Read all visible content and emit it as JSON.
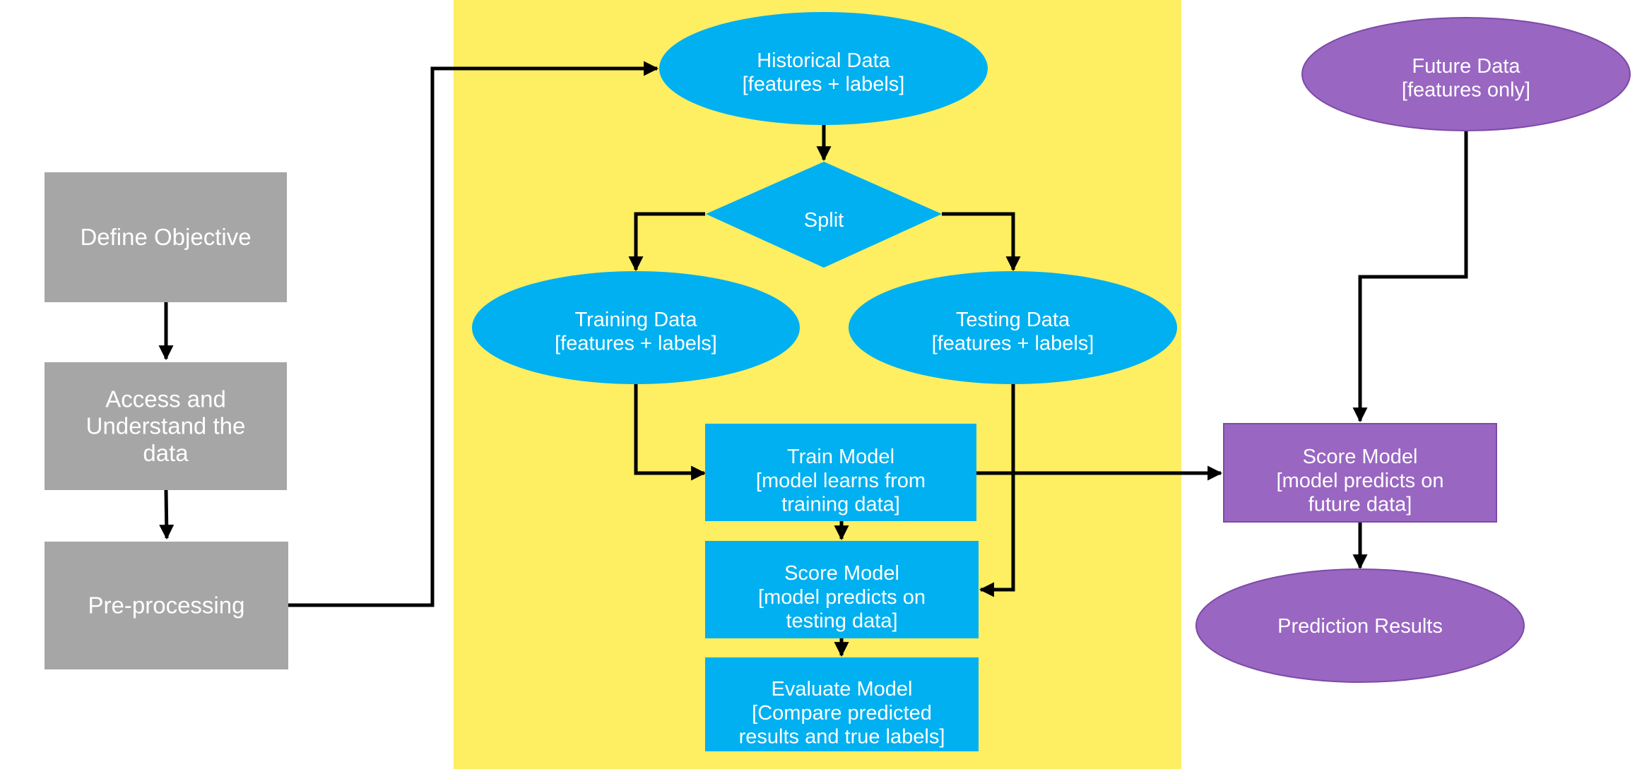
{
  "colors": {
    "gray": "#a6a6a6",
    "blue": "#00b0f0",
    "purple": "#9966c2",
    "purple_stroke": "#7d4aa8",
    "highlight": "#fdee62",
    "text": "#ffffff",
    "arrow": "#000000"
  },
  "nodes": {
    "define_objective": [
      "Define Objective"
    ],
    "access_understand": [
      "Access and",
      "Understand the",
      "data"
    ],
    "preprocessing": [
      "Pre-processing"
    ],
    "historical_data": [
      "Historical Data",
      "[features + labels]"
    ],
    "split": [
      "Split"
    ],
    "training_data": [
      "Training Data",
      "[features + labels]"
    ],
    "testing_data": [
      "Testing Data",
      "[features + labels]"
    ],
    "train_model": [
      "Train Model",
      "[model learns from",
      "training data]"
    ],
    "score_model_test": [
      "Score Model",
      "[model predicts on",
      "testing data]"
    ],
    "evaluate_model": [
      "Evaluate Model",
      "[Compare predicted",
      "results and true labels]"
    ],
    "future_data": [
      "Future Data",
      "[features only]"
    ],
    "score_model_future": [
      "Score Model",
      "[model predicts on",
      "future data]"
    ],
    "prediction_results": [
      "Prediction Results"
    ]
  }
}
